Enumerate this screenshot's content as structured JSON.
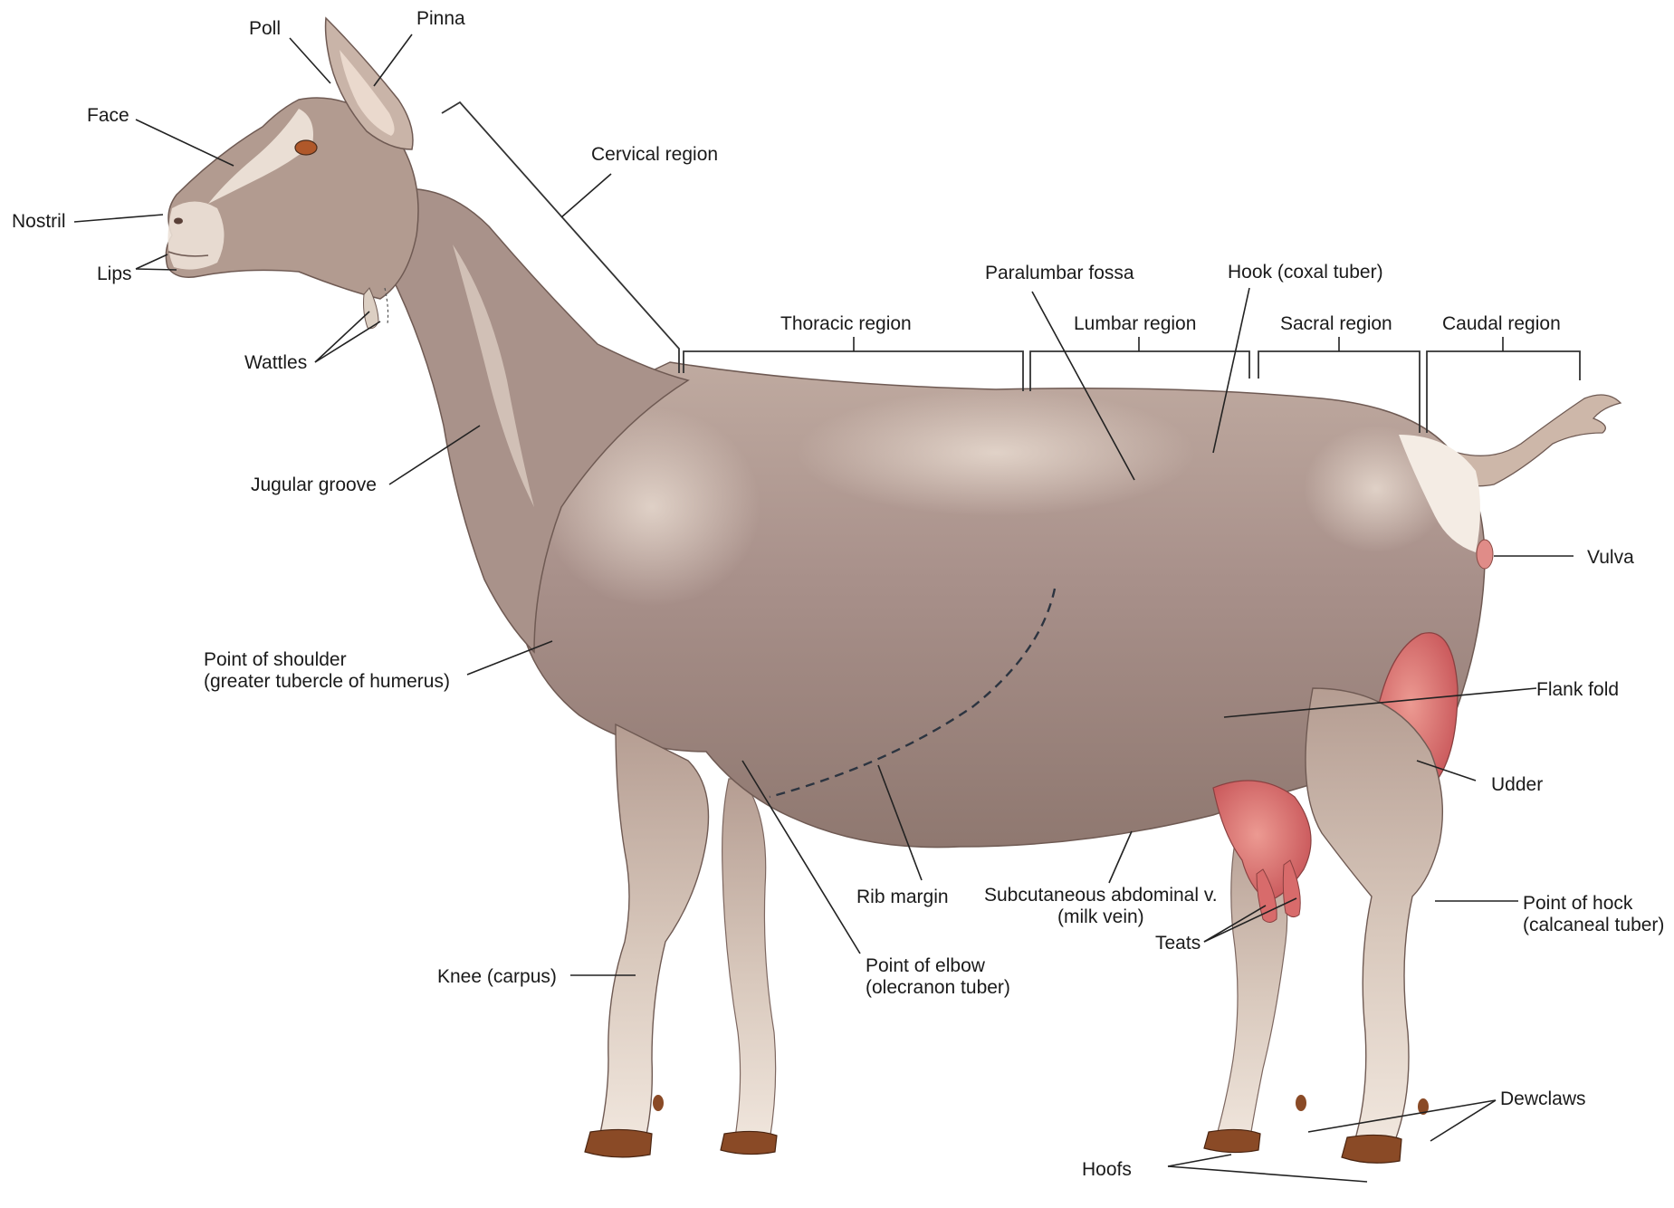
{
  "labels": {
    "poll": "Poll",
    "pinna": "Pinna",
    "face": "Face",
    "nostril": "Nostril",
    "lips": "Lips",
    "wattles": "Wattles",
    "cervical": "Cervical region",
    "jugular": "Jugular groove",
    "shoulder_1": "Point of shoulder",
    "shoulder_2": "(greater tubercle of humerus)",
    "knee": "Knee (carpus)",
    "elbow_1": "Point of elbow",
    "elbow_2": "(olecranon tuber)",
    "rib": "Rib margin",
    "milk_1": "Subcutaneous abdominal v.",
    "milk_2": "(milk vein)",
    "teats": "Teats",
    "hoofs": "Hoofs",
    "dewclaws": "Dewclaws",
    "hock_1": "Point of hock",
    "hock_2": "(calcaneal tuber)",
    "udder": "Udder",
    "flank": "Flank fold",
    "vulva": "Vulva",
    "thoracic": "Thoracic region",
    "paralumbar": "Paralumbar fossa",
    "lumbar": "Lumbar region",
    "hook": "Hook (coxal tuber)",
    "sacral": "Sacral region",
    "caudal": "Caudal region"
  },
  "colors": {
    "coat": "#a88f84",
    "coat_light": "#e6d8cc",
    "coat_shadow": "#7d6760",
    "udder": "#d86b6b",
    "hoof": "#8a4a26",
    "eye": "#b0582a"
  }
}
